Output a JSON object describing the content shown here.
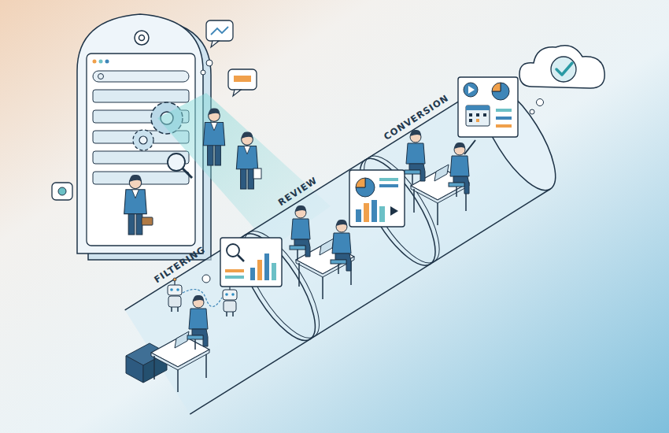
{
  "diagram": {
    "labels": [
      "FILTERING",
      "REVIEW",
      "CONVERSION"
    ]
  }
}
